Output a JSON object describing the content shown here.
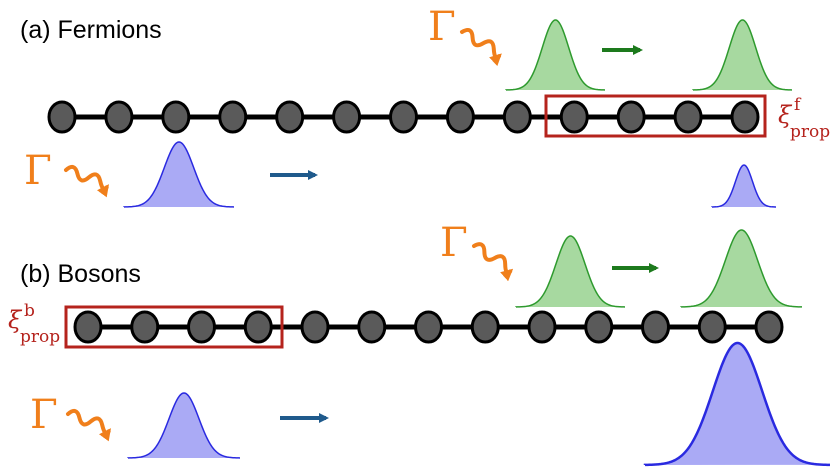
{
  "panels": {
    "a": {
      "label": "(a) Fermions",
      "sites": 13,
      "box_sites": [
        9,
        12
      ],
      "xi_symbol": "ξ",
      "xi_sup": "f",
      "xi_sub": "prop"
    },
    "b": {
      "label": "(b) Bosons",
      "sites": 13,
      "box_sites": [
        0,
        3
      ],
      "xi_symbol": "ξ",
      "xi_sup": "b",
      "xi_sub": "prop"
    }
  },
  "gamma_symbol": "Γ",
  "colors": {
    "gamma": "#f07f1b",
    "green_pulse_fill": "#a7d9a0",
    "green_pulse_line": "#2e9a2e",
    "green_arrow": "#1d7a1d",
    "blue_pulse_fill": "#aaaaf5",
    "blue_pulse_line": "#2a2ae0",
    "blue_arrow": "#1f5a8c",
    "site": "#5a5a5a",
    "box": "#b5231d"
  }
}
